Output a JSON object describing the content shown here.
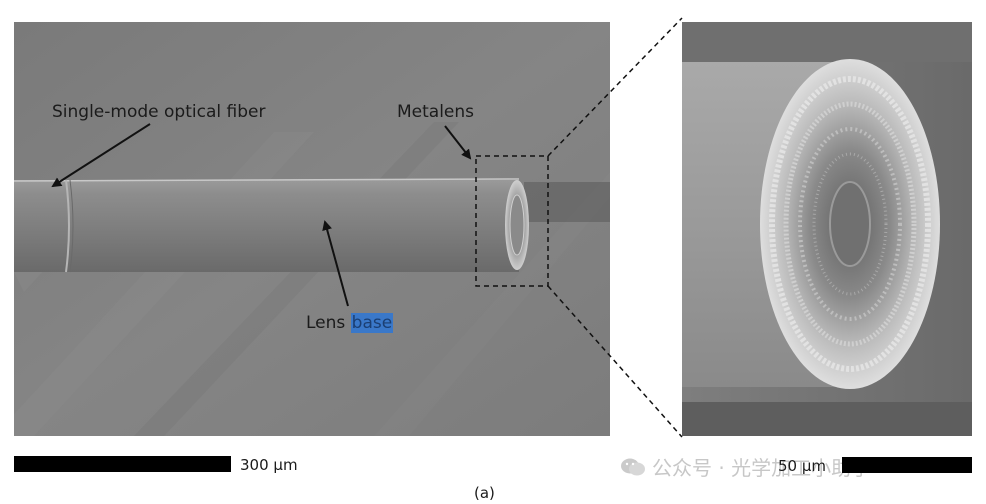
{
  "labels": {
    "fiber": "Single-mode optical fiber",
    "metalens": "Metalens",
    "lens": "Lens",
    "base": "base"
  },
  "scale_bars": {
    "left": "300 μm",
    "right": "50 μm"
  },
  "caption": "(a)",
  "watermark": "公众号 · 光学加工小助手",
  "colors": {
    "background": "#ffffff",
    "highlight": "#3a78c9"
  }
}
